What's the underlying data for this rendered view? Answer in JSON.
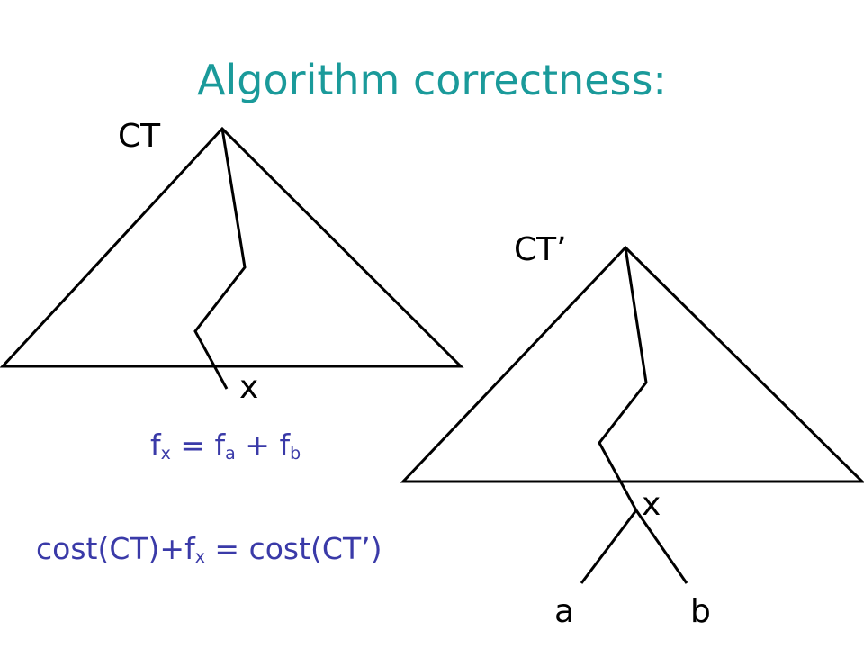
{
  "colors": {
    "title": "#1a9a9a",
    "formula": "#3a3aa8",
    "ink": "#000000"
  },
  "slide": {
    "title": "Algorithm correctness:"
  },
  "left_tree": {
    "label": "CT",
    "node_label": "x"
  },
  "right_tree": {
    "label": "CT’",
    "node_label": "x",
    "leaf_a": "a",
    "leaf_b": "b"
  },
  "formula1": {
    "f": "f",
    "sub_x": "x",
    "eq": " = ",
    "f2": "f",
    "sub_a": "a",
    "plus": " + ",
    "f3": "f",
    "sub_b": "b"
  },
  "formula2": {
    "lhs": "cost(CT)+f",
    "sub_x": "x",
    "rhs": " = cost(CT’)"
  }
}
